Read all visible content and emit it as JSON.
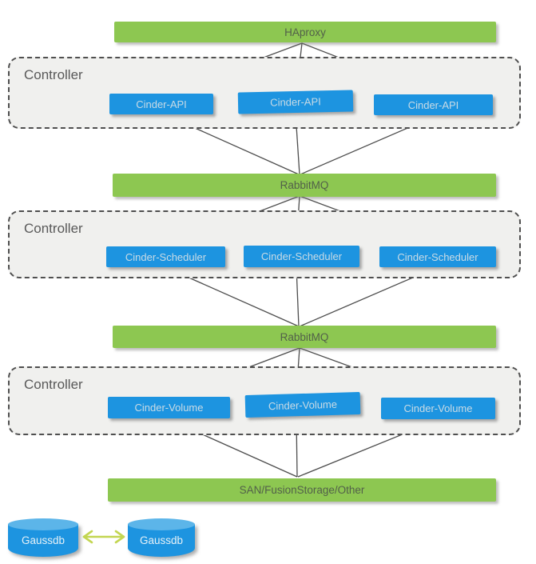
{
  "nodes": {
    "haproxy": {
      "label": "HAproxy"
    },
    "rabbitmq_top": {
      "label": "RabbitMQ"
    },
    "rabbitmq_bottom": {
      "label": "RabbitMQ"
    },
    "storage": {
      "label": "SAN/FusionStorage/Other"
    },
    "controllers": [
      {
        "label": "Controller",
        "nodes": [
          "Cinder-API",
          "Cinder-API",
          "Cinder-API"
        ]
      },
      {
        "label": "Controller",
        "nodes": [
          "Cinder-Scheduler",
          "Cinder-Scheduler",
          "Cinder-Scheduler"
        ]
      },
      {
        "label": "Controller",
        "nodes": [
          "Cinder-Volume",
          "Cinder-Volume",
          "Cinder-Volume"
        ]
      }
    ],
    "databases": [
      "Gaussdb",
      "Gaussdb"
    ]
  },
  "colors": {
    "bar_green": "#8dc751",
    "node_blue": "#1d94e0",
    "cyl_top_blue": "#5cb5e9",
    "controller_fill": "#f0f0ee",
    "line_color": "#4d4d4d",
    "arrow_green": "#c3d651",
    "bar_text": "#52604a",
    "node_text": "#c9dbe5",
    "controller_text": "#595959"
  }
}
